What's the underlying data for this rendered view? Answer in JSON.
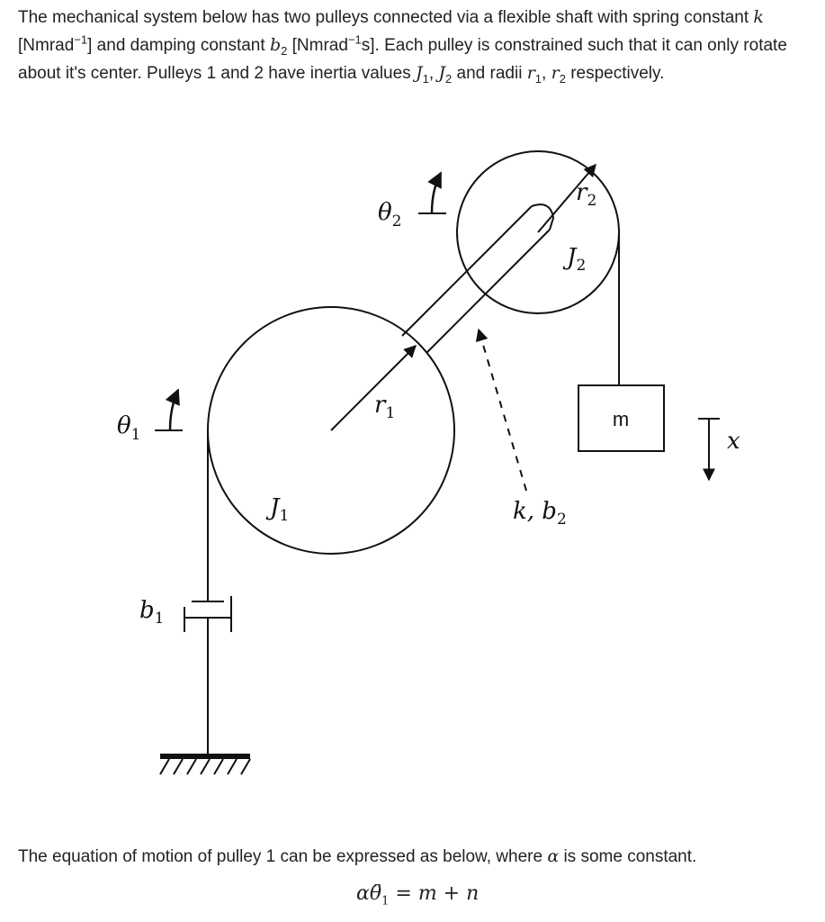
{
  "intro": {
    "p1": "The mechanical system below has two pulleys connected via a flexible shaft with spring constant ",
    "k": "k",
    "p2": "[Nmrad",
    "sup1": "−1",
    "p3": "] and damping constant ",
    "b2": "b",
    "b2_sub": "2",
    "p4": " [Nmrad",
    "sup2": "−1",
    "p5": "s]. Each pulley is constrained such that it can only rotate about it's center. Pulleys 1 and 2 have inertia values ",
    "J": "J",
    "J1_sub": "1",
    "comma1": ", ",
    "J2": "J",
    "J2_sub": "2",
    "p6": " and radii ",
    "r": "r",
    "r1_sub": "1",
    "comma2": ", ",
    "r2": "r",
    "r2_sub": "2",
    "p7": " respectively."
  },
  "diagram": {
    "theta1": "θ",
    "theta1_sub": "1",
    "theta2": "θ",
    "theta2_sub": "2",
    "r1": "r",
    "r1_sub": "1",
    "r2": "r",
    "r2_sub": "2",
    "J1": "J",
    "J1_sub": "1",
    "J2": "J",
    "J2_sub": "2",
    "k_b2": "k, b",
    "k_b2_sub": "2",
    "b1": "b",
    "b1_sub": "1",
    "mass": "m",
    "x": "x"
  },
  "footer": {
    "p1": "The equation of motion of pulley 1 can be expressed as below, where ",
    "alpha": "α",
    "p2": " is some constant."
  },
  "equation": {
    "alpha": "α",
    "theta": "θ̈",
    "theta_sub": "1",
    "rest": " = ",
    "m": "m",
    "plus": " + ",
    "n": "n"
  }
}
